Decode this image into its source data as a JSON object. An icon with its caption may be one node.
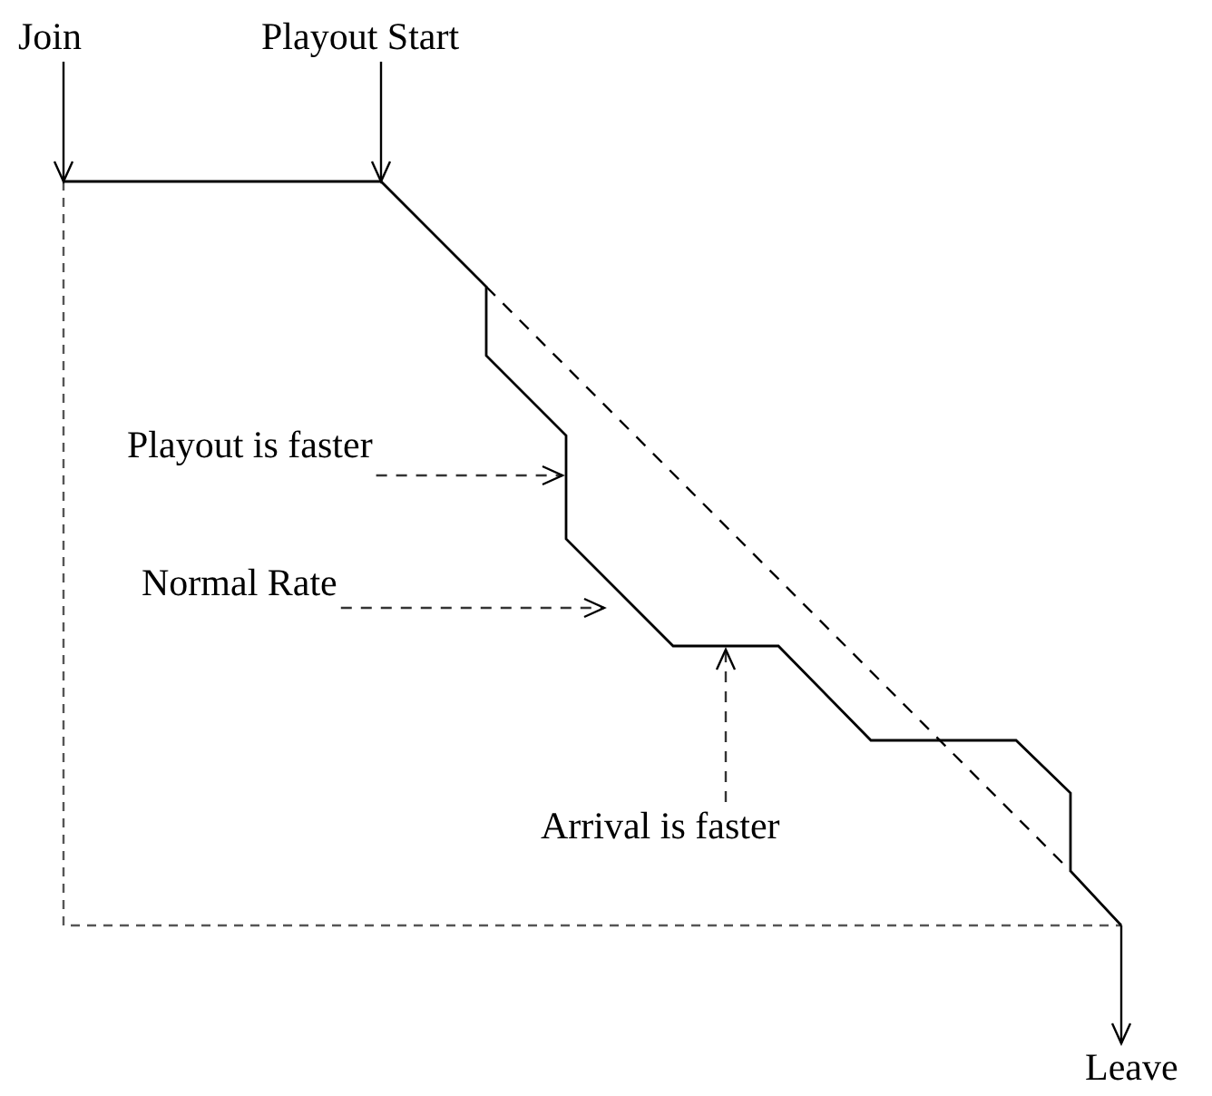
{
  "diagram": {
    "nodes": [
      {
        "text": [
          "Join"
        ]
      },
      {
        "text": [
          "Playout Start"
        ]
      },
      {
        "text": [
          "Playout is faster"
        ]
      },
      {
        "text": [
          "Normal Rate"
        ]
      },
      {
        "text": [
          "Arrival is faster"
        ]
      },
      {
        "text": [
          "Leave"
        ]
      }
    ],
    "edges": [
      {
        "from": 0,
        "to": null,
        "arrow": "to"
      },
      {
        "from": 1,
        "to": null,
        "arrow": "to"
      },
      {
        "from": 2,
        "to": null,
        "arrow": "to",
        "style": "dashed"
      },
      {
        "from": 3,
        "to": null,
        "arrow": "to",
        "style": "dashed"
      },
      {
        "from": 4,
        "to": null,
        "arrow": "to",
        "style": "dashed"
      },
      {
        "from": null,
        "to": 5,
        "arrow": "to"
      }
    ]
  }
}
